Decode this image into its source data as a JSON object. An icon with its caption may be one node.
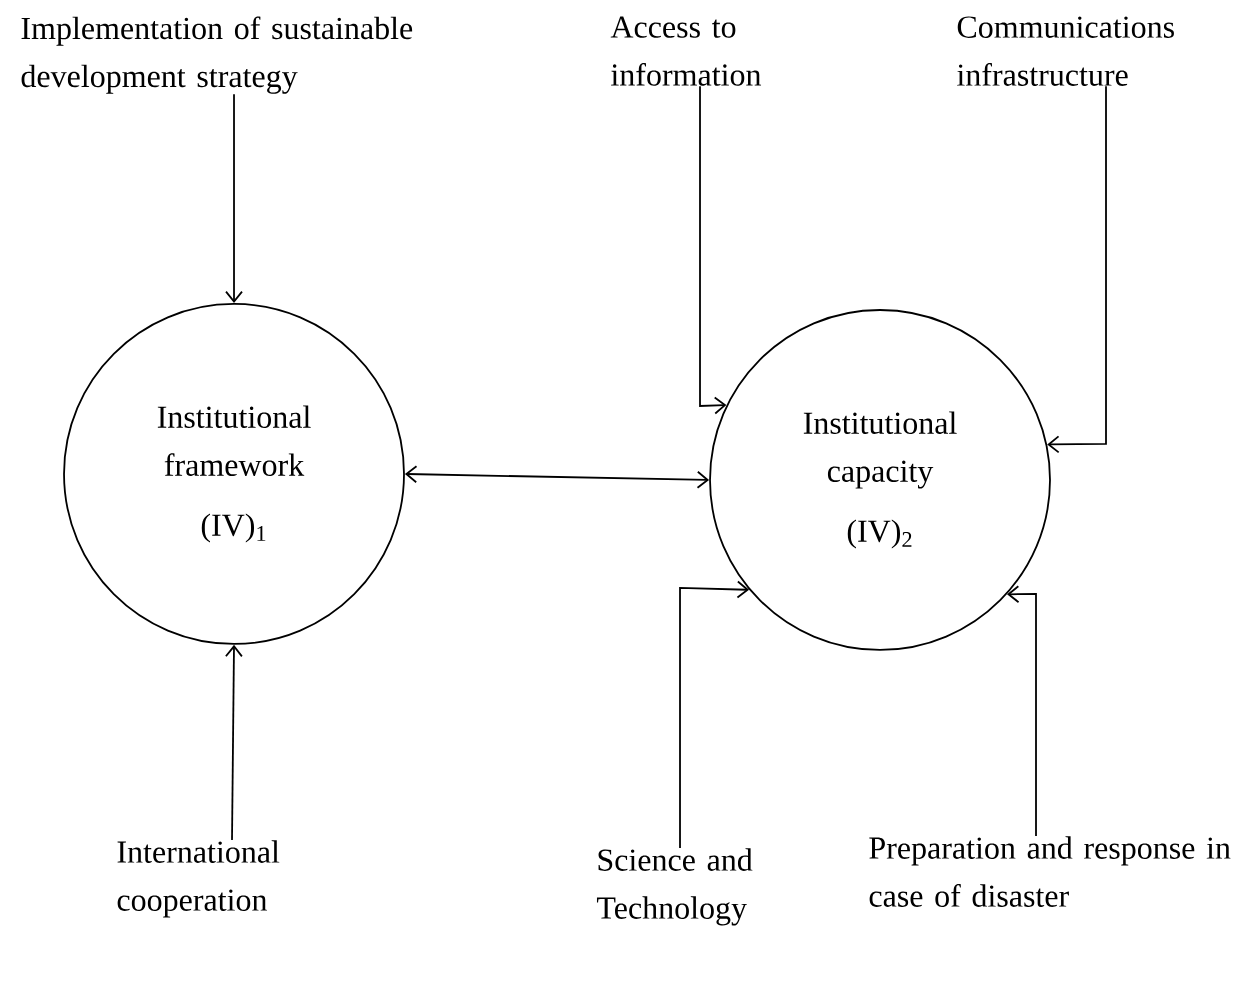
{
  "diagram": {
    "nodes": [
      {
        "text": [
          "Implementation of sustainable development strategy"
        ]
      },
      {
        "text": [
          "Access to information"
        ]
      },
      {
        "text": [
          "Communications infrastructure"
        ]
      },
      {
        "text": [
          "Institutional framework",
          "(IV)$_{1}$"
        ]
      },
      {
        "text": [
          "Institutional capacity",
          "(IV)$_{2}$"
        ]
      },
      {
        "text": [
          "International cooperation"
        ]
      },
      {
        "text": [
          "Science and Technology"
        ]
      },
      {
        "text": [
          "Preparation and response in case of disaster"
        ]
      }
    ],
    "edges": [
      {
        "from": 0,
        "to": 3,
        "arrow": "to"
      },
      {
        "from": 1,
        "to": 4,
        "arrow": "to"
      },
      {
        "from": 2,
        "to": 4,
        "arrow": "to"
      },
      {
        "from": 3,
        "to": 4,
        "arrow": "both"
      },
      {
        "from": 5,
        "to": 3,
        "arrow": "to"
      },
      {
        "from": 6,
        "to": 4,
        "arrow": "to"
      },
      {
        "from": 7,
        "to": 4,
        "arrow": "to"
      }
    ]
  }
}
